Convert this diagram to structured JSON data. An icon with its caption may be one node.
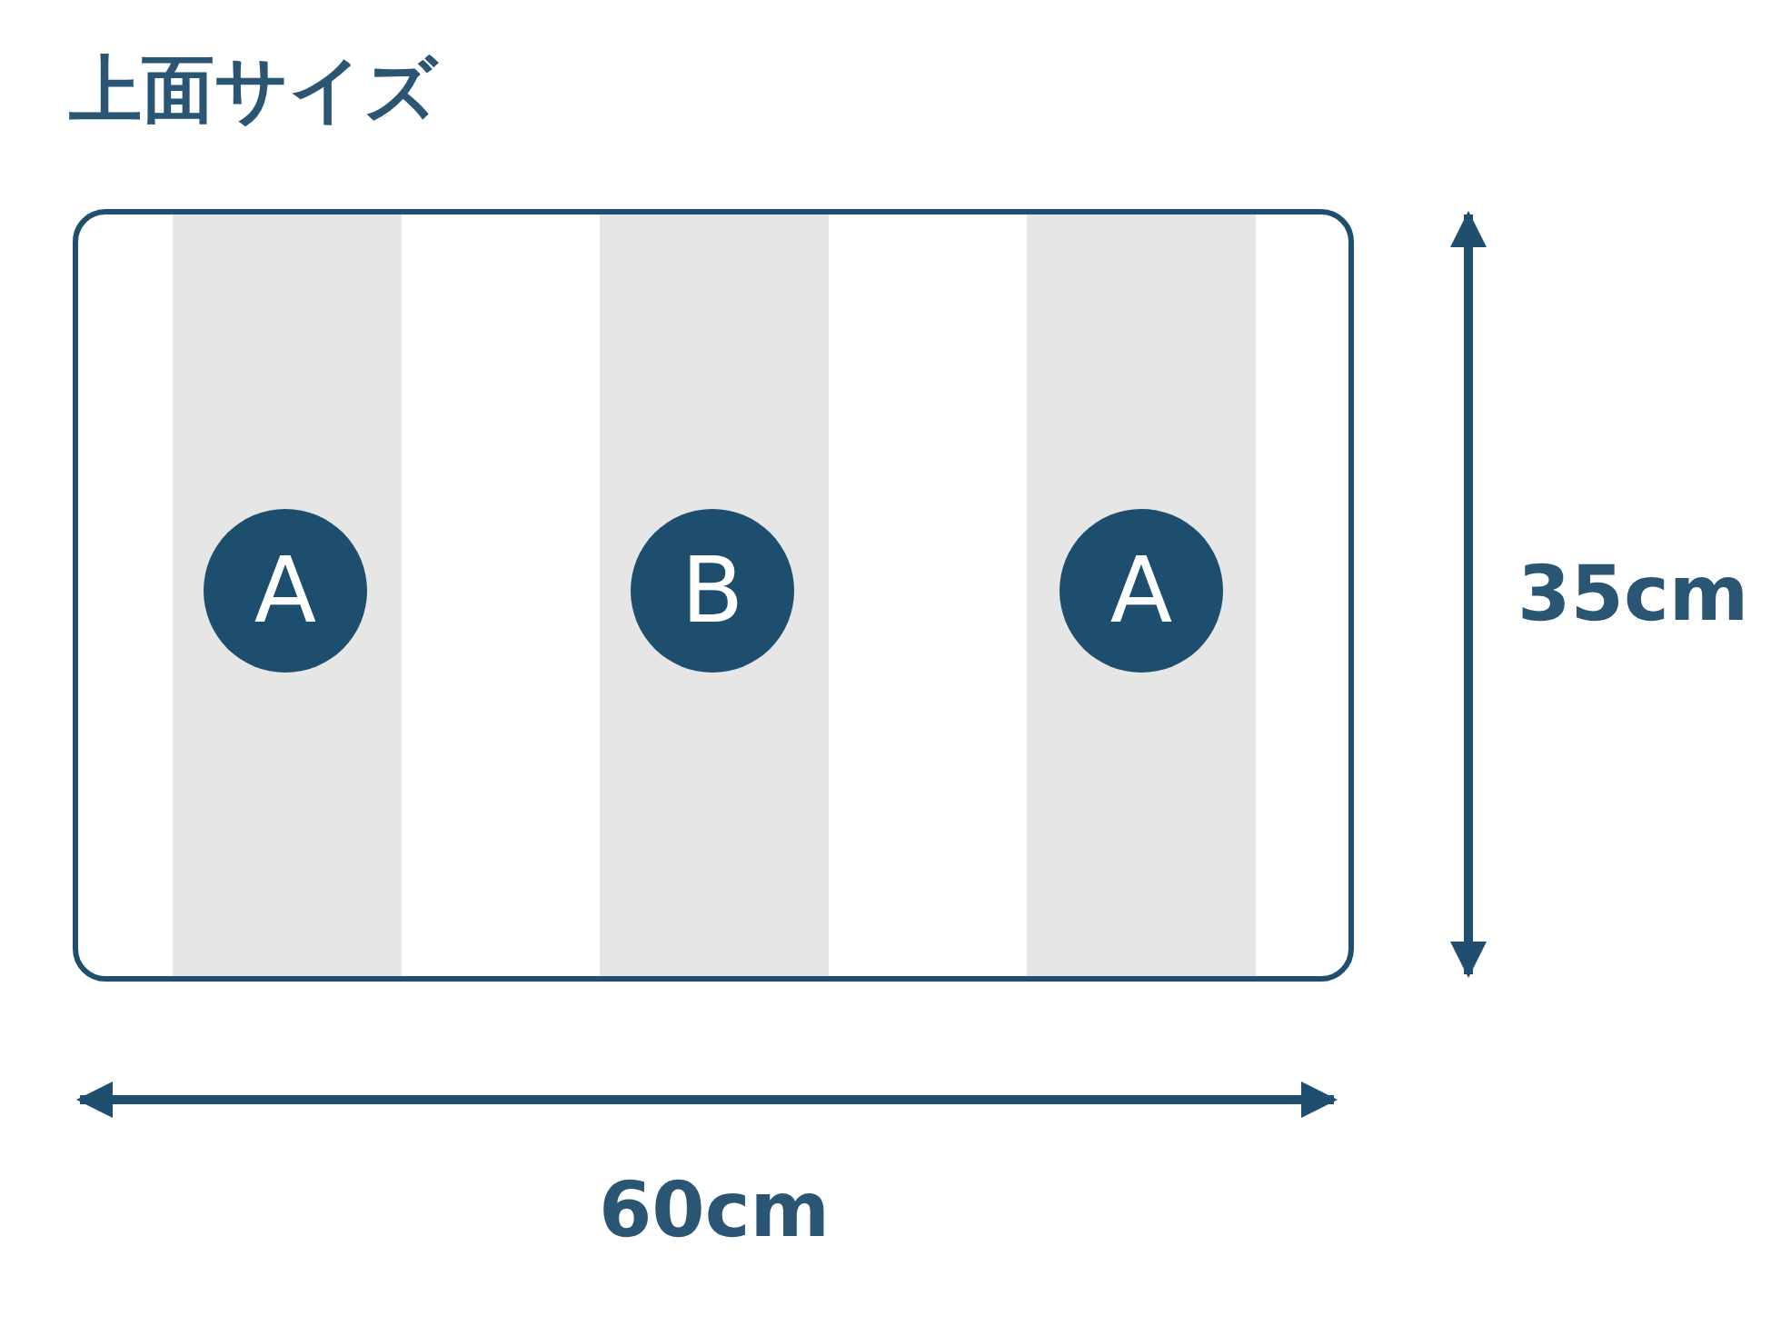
{
  "diagram": {
    "title": "上面サイズ",
    "nodes": [
      {
        "text": [
          "A"
        ]
      },
      {
        "text": [
          "B"
        ]
      },
      {
        "text": [
          "A"
        ]
      }
    ],
    "labels": [
      "35cm",
      "60cm"
    ]
  }
}
